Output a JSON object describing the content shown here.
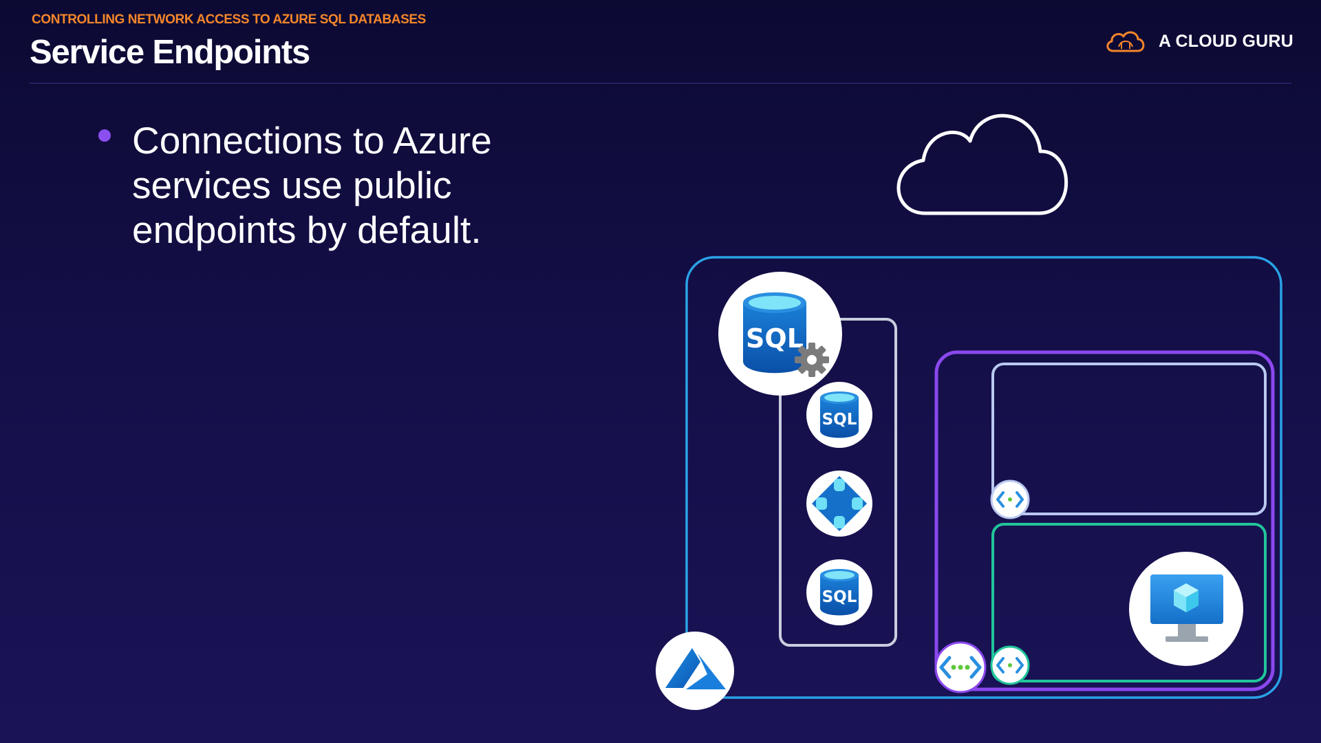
{
  "slide": {
    "kicker": "CONTROLLING NETWORK ACCESS TO AZURE SQL DATABASES",
    "title": "Service Endpoints"
  },
  "brand": {
    "name": "A CLOUD GURU",
    "logo_icon": "cloud-guru-logo-icon",
    "accent_color": "#f5862a"
  },
  "bullets": [
    "Connections to Azure services use public endpoints by default."
  ],
  "diagram": {
    "icons": [
      "internet-cloud-icon",
      "sql-server-icon",
      "sql-database-icon",
      "elastic-pool-icon",
      "sql-database-icon",
      "azure-logo-icon",
      "virtual-network-icon",
      "subnet-icon",
      "subnet-icon",
      "virtual-machine-icon"
    ],
    "sql_label": "SQL",
    "colors": {
      "azure_boundary": "#2aa2e6",
      "sql_server_group": "#c9cede",
      "virtual_network": "#8b48ee",
      "subnet_one": "#b9c8f0",
      "subnet_two": "#22c59a",
      "bullet": "#8b4ff0"
    }
  }
}
